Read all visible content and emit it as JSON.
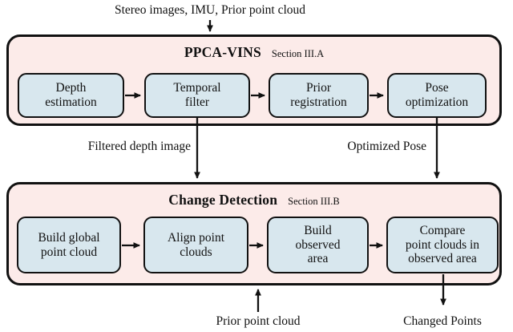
{
  "diagram": {
    "top_input": "Stereo images, IMU, Prior point cloud",
    "ppca": {
      "title": "PPCA-VINS",
      "section": "Section III.A",
      "nodes": [
        "Depth\nestimation",
        "Temporal\nfilter",
        "Prior\nregistration",
        "Pose\noptimization"
      ]
    },
    "edge_labels": {
      "filtered_depth": "Filtered depth image",
      "optimized_pose": "Optimized Pose"
    },
    "change_detection": {
      "title": "Change Detection",
      "section": "Section III.B",
      "nodes": [
        "Build global\npoint cloud",
        "Align point\nclouds",
        "Build\nobserved\narea",
        "Compare\npoint clouds in\nobserved area"
      ]
    },
    "bottom_input": "Prior point cloud",
    "output": "Changed Points"
  },
  "colors": {
    "container_fill": "#fcebe9",
    "node_fill": "#d8e7ee",
    "line": "#111111"
  }
}
